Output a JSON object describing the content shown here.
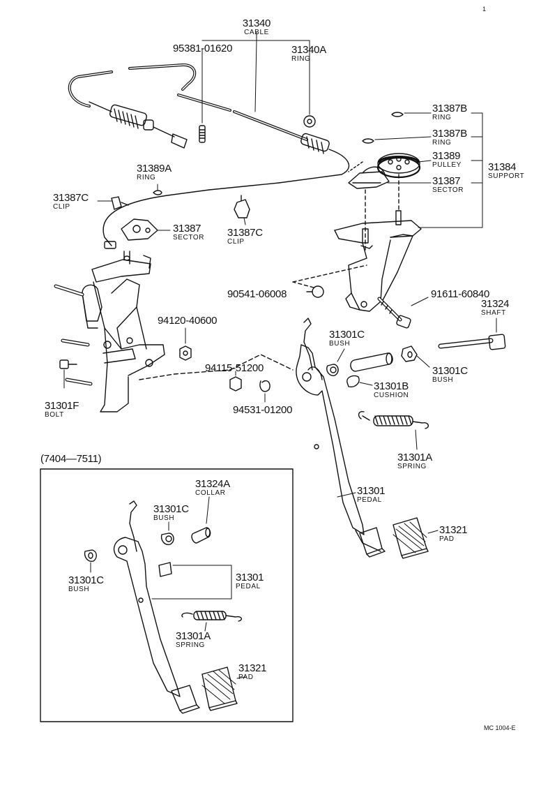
{
  "figure_code": "MC 1004-E",
  "corner_mark": "1",
  "inset_title": "(7404—7511)",
  "parts": [
    {
      "id": "cable",
      "number": "31340",
      "name": "CABLE"
    },
    {
      "id": "screw",
      "number": "95381-01620",
      "name": ""
    },
    {
      "id": "ring-a",
      "number": "31340A",
      "name": "RING"
    },
    {
      "id": "ring-b1",
      "number": "31387B",
      "name": "RING"
    },
    {
      "id": "ring-b2",
      "number": "31387B",
      "name": "RING"
    },
    {
      "id": "pulley",
      "number": "31389",
      "name": "PULLEY"
    },
    {
      "id": "support",
      "number": "31384",
      "name": "SUPPORT"
    },
    {
      "id": "sector-r",
      "number": "31387",
      "name": "SECTOR"
    },
    {
      "id": "ring-389a",
      "number": "31389A",
      "name": "RING"
    },
    {
      "id": "clip-l",
      "number": "31387C",
      "name": "CLIP"
    },
    {
      "id": "sector-l",
      "number": "31387",
      "name": "SECTOR"
    },
    {
      "id": "clip-m",
      "number": "31387C",
      "name": "CLIP"
    },
    {
      "id": "pin",
      "number": "90541-06008",
      "name": ""
    },
    {
      "id": "bolt-916",
      "number": "91611-60840",
      "name": ""
    },
    {
      "id": "shaft",
      "number": "31324",
      "name": "SHAFT"
    },
    {
      "id": "nut-941",
      "number": "94120-40600",
      "name": ""
    },
    {
      "id": "bush-top",
      "number": "31301C",
      "name": "BUSH"
    },
    {
      "id": "bush-right",
      "number": "31301C",
      "name": "BUSH"
    },
    {
      "id": "nut-9411",
      "number": "94115-51200",
      "name": ""
    },
    {
      "id": "cushion",
      "number": "31301B",
      "name": "CUSHION"
    },
    {
      "id": "washer",
      "number": "94531-01200",
      "name": ""
    },
    {
      "id": "bolt-f",
      "number": "31301F",
      "name": "BOLT"
    },
    {
      "id": "spring",
      "number": "31301A",
      "name": "SPRING"
    },
    {
      "id": "pedal",
      "number": "31301",
      "name": "PEDAL"
    },
    {
      "id": "pad",
      "number": "31321",
      "name": "PAD"
    },
    {
      "id": "collar-i",
      "number": "31324A",
      "name": "COLLAR"
    },
    {
      "id": "bush-i1",
      "number": "31301C",
      "name": "BUSH"
    },
    {
      "id": "bush-i2",
      "number": "31301C",
      "name": "BUSH"
    },
    {
      "id": "pedal-i",
      "number": "31301",
      "name": "PEDAL"
    },
    {
      "id": "spring-i",
      "number": "31301A",
      "name": "SPRING"
    },
    {
      "id": "pad-i",
      "number": "31321",
      "name": "PAD"
    }
  ]
}
